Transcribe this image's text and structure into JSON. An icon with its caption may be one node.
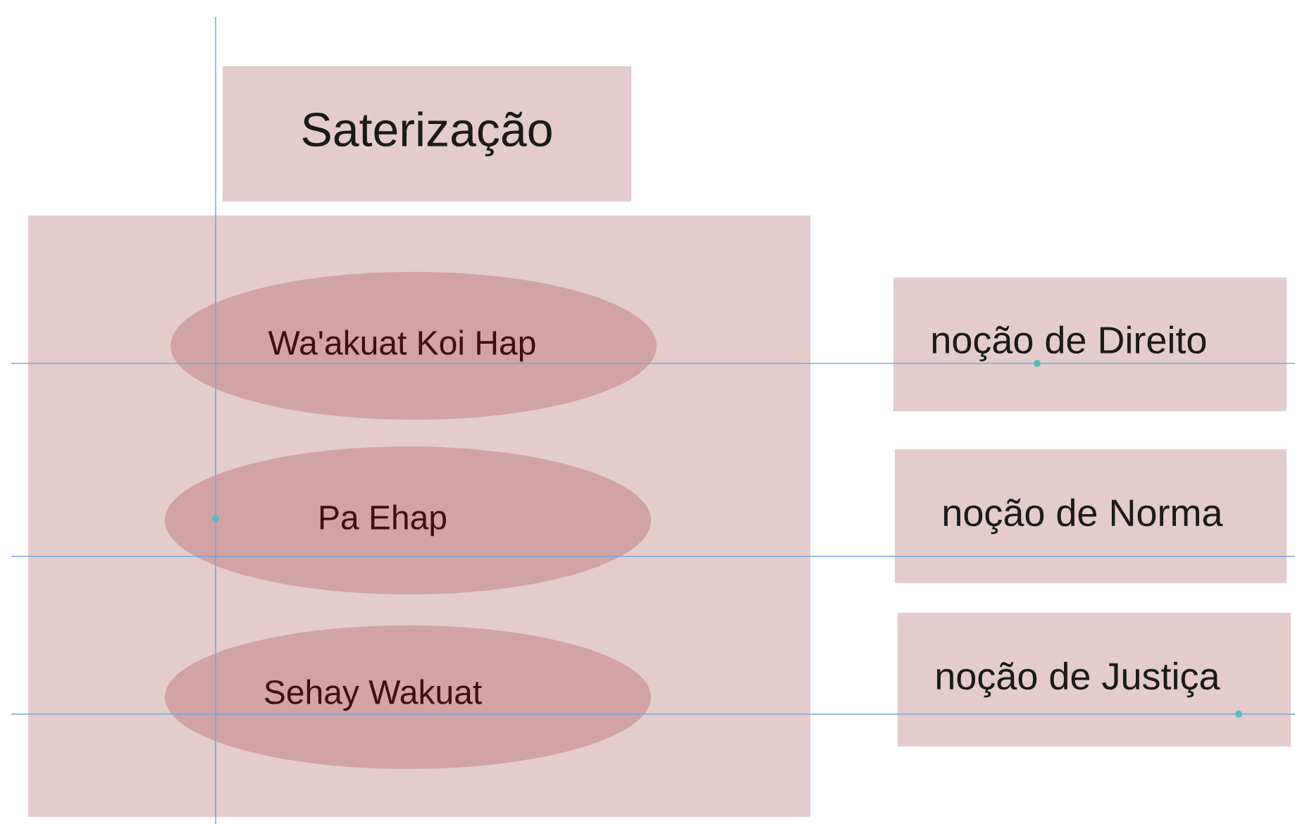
{
  "diagram": {
    "nodes": [
      {
        "text": [
          "Saterização"
        ]
      },
      {
        "text": [],
        "shape": "box"
      },
      {
        "text": [
          "Wa'akuat Koi Hap"
        ],
        "in": 1
      },
      {
        "text": [
          "Pa Ehap"
        ],
        "in": 1
      },
      {
        "text": [
          "Sehay Wakuat"
        ],
        "in": 1
      },
      {
        "text": [
          "noção de Direito"
        ]
      },
      {
        "text": [
          "noção de Norma"
        ]
      },
      {
        "text": [
          "noção de Justiça"
        ]
      }
    ]
  }
}
